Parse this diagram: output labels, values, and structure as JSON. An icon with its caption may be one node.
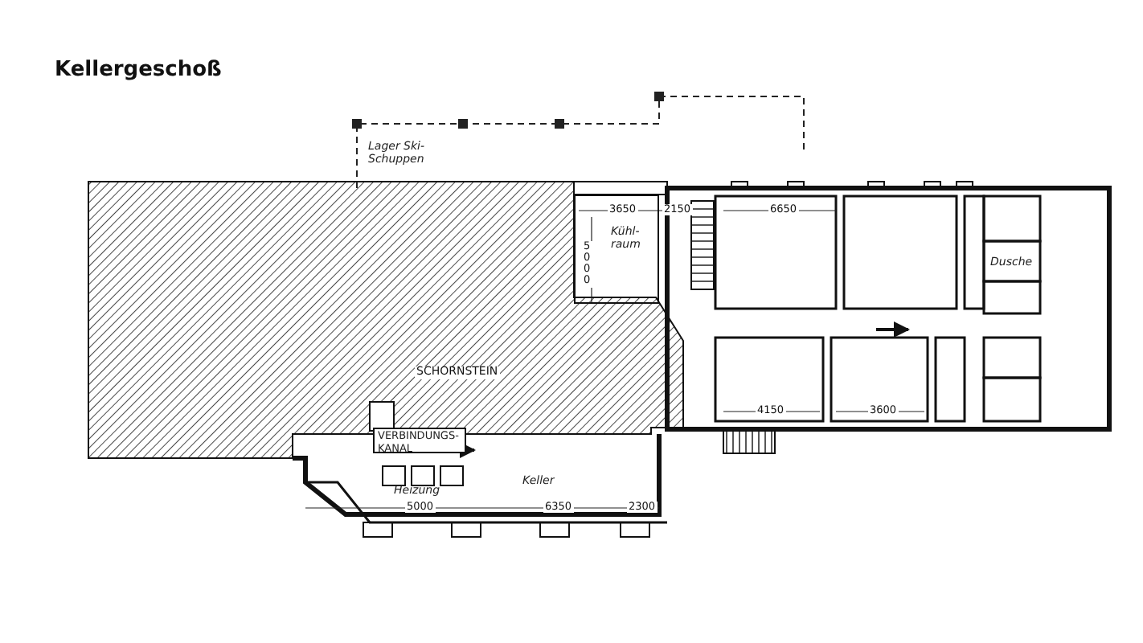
{
  "diagram": {
    "title": "Kellergeschoß",
    "nodes": [
      {
        "text": [
          "Lager Ski-Schuppen"
        ]
      },
      {
        "text": [
          "Kühl-raum"
        ]
      },
      {
        "text": [
          "VERBINDUNGS-KANAL"
        ]
      },
      {
        "text": [
          "Heizung"
        ]
      },
      {
        "text": [
          "Keller"
        ]
      },
      {
        "text": [
          "Dusche"
        ]
      }
    ],
    "labels": [
      "SCHORNSTEIN",
      "3650",
      "2150",
      "5000",
      "6650",
      "5000",
      "6350",
      "2300",
      "4150",
      "3600"
    ]
  }
}
